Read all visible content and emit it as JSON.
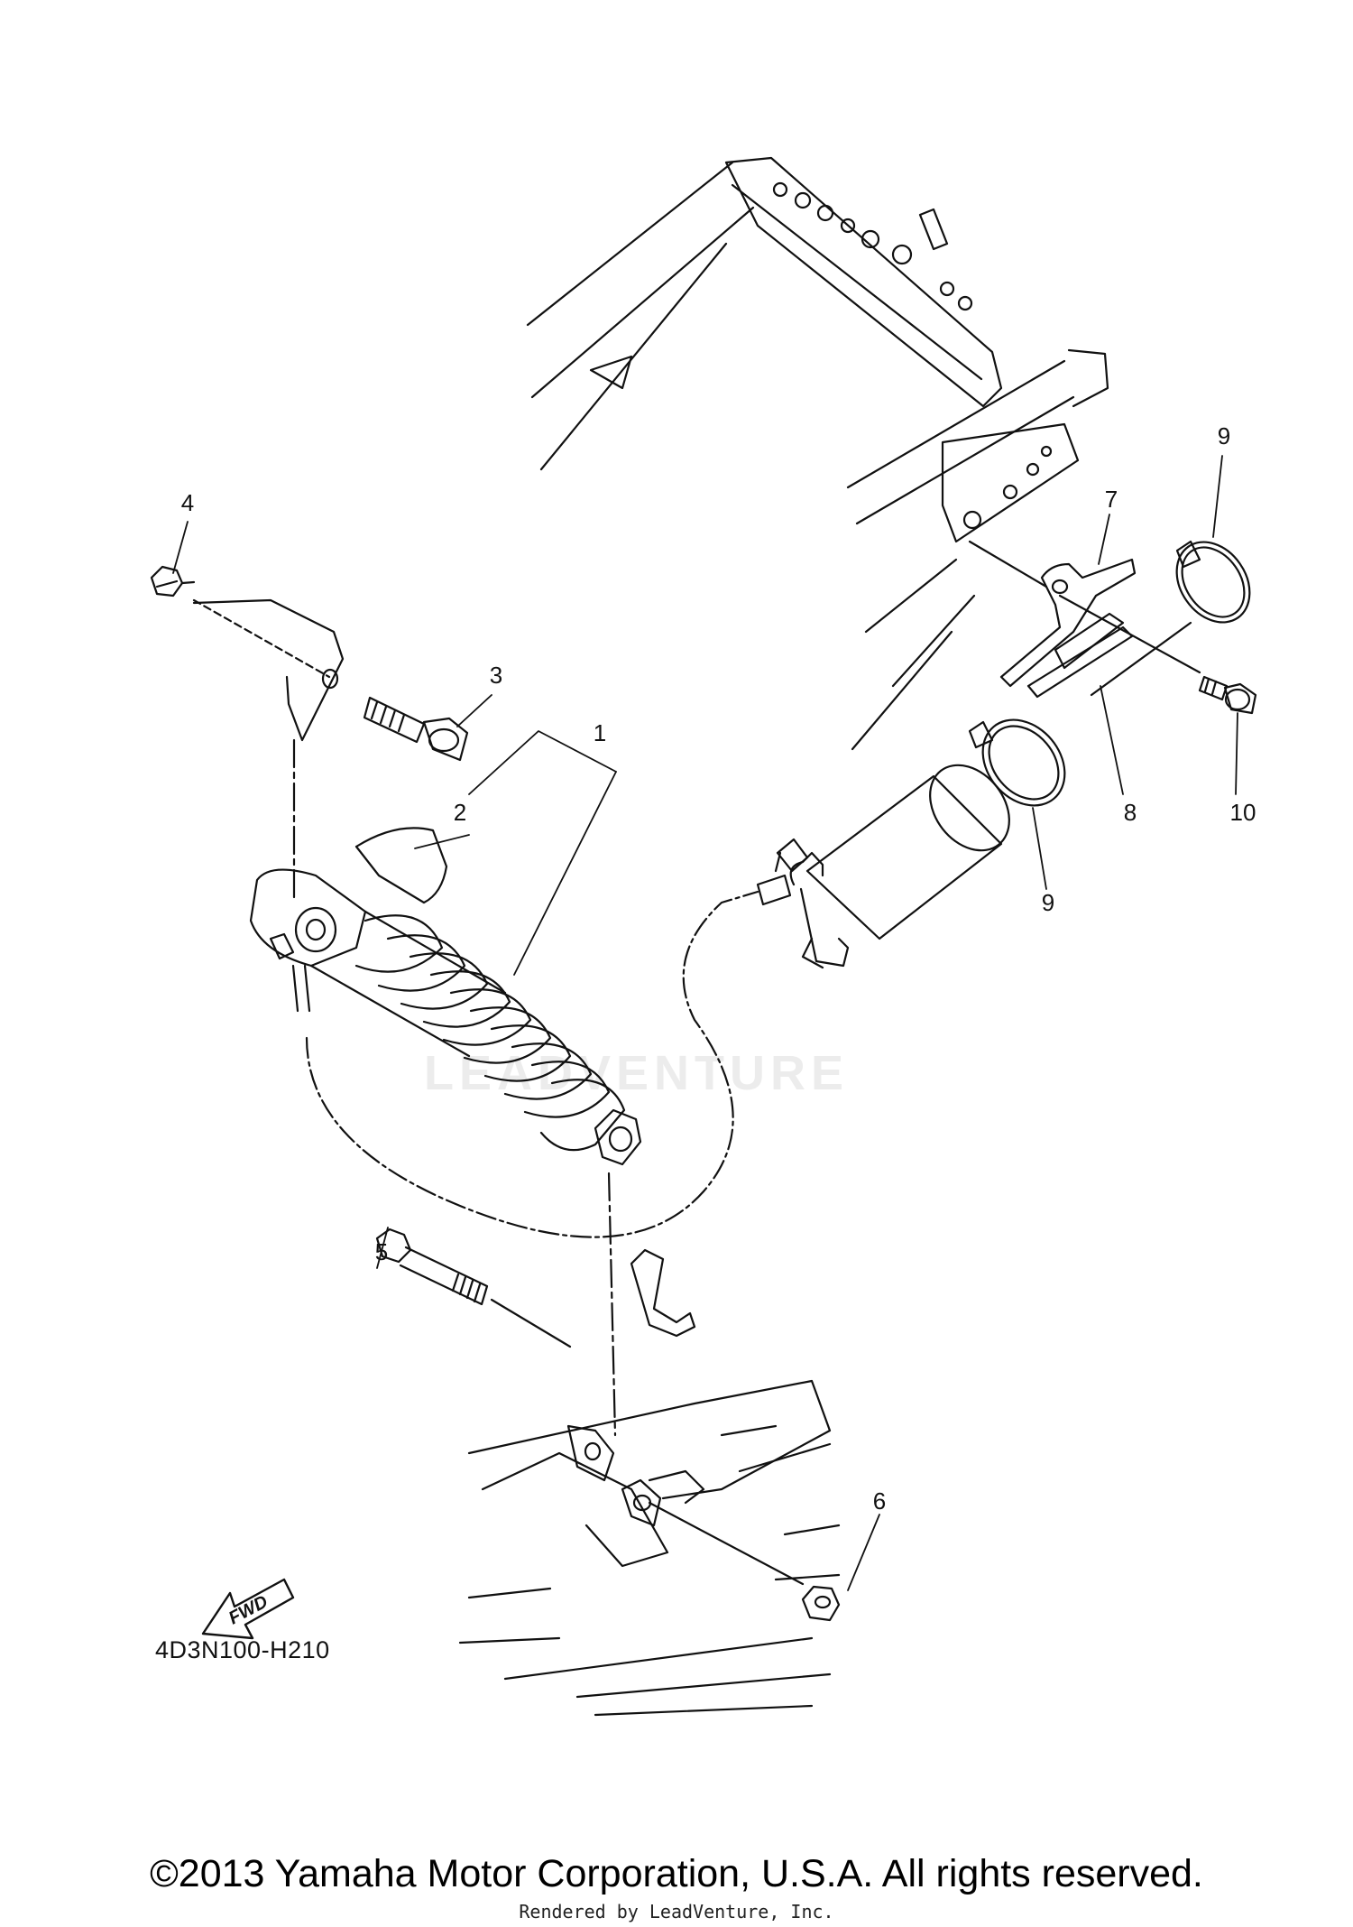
{
  "callouts": [
    {
      "id": "1",
      "label": "1"
    },
    {
      "id": "2",
      "label": "2"
    },
    {
      "id": "3",
      "label": "3"
    },
    {
      "id": "4",
      "label": "4"
    },
    {
      "id": "5",
      "label": "5"
    },
    {
      "id": "6",
      "label": "6"
    },
    {
      "id": "7",
      "label": "7"
    },
    {
      "id": "8",
      "label": "8"
    },
    {
      "id": "9a",
      "label": "9"
    },
    {
      "id": "9b",
      "label": "9"
    },
    {
      "id": "10",
      "label": "10"
    }
  ],
  "fwd_indicator": "FWD",
  "diagram_code": "4D3N100-H210",
  "watermark": "LEADVENTURE",
  "copyright": "©2013 Yamaha Motor Corporation, U.S.A. All rights reserved.",
  "rendered_by": "Rendered by LeadVenture, Inc.",
  "colors": {
    "line": "#111111",
    "watermark": "#ececec",
    "background": "#ffffff"
  }
}
